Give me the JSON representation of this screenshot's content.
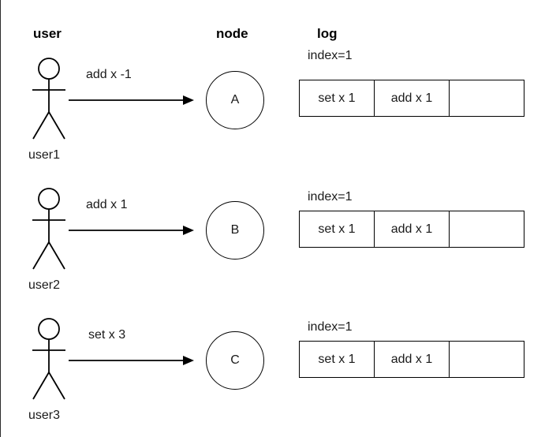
{
  "headers": {
    "user": "user",
    "node": "node",
    "log": "log"
  },
  "rows": [
    {
      "actor_label": "user1",
      "message": "add x -1",
      "node": "A",
      "index_label": "index=1",
      "log_cells": [
        "set x 1",
        "add x 1",
        ""
      ]
    },
    {
      "actor_label": "user2",
      "message": "add x 1",
      "node": "B",
      "index_label": "index=1",
      "log_cells": [
        "set x 1",
        "add x 1",
        ""
      ]
    },
    {
      "actor_label": "user3",
      "message": "set x 3",
      "node": "C",
      "index_label": "index=1",
      "log_cells": [
        "set x 1",
        "add x 1",
        ""
      ]
    }
  ],
  "colors": {
    "stroke": "#000000",
    "text": "#1a1a1a",
    "background": "#ffffff"
  }
}
